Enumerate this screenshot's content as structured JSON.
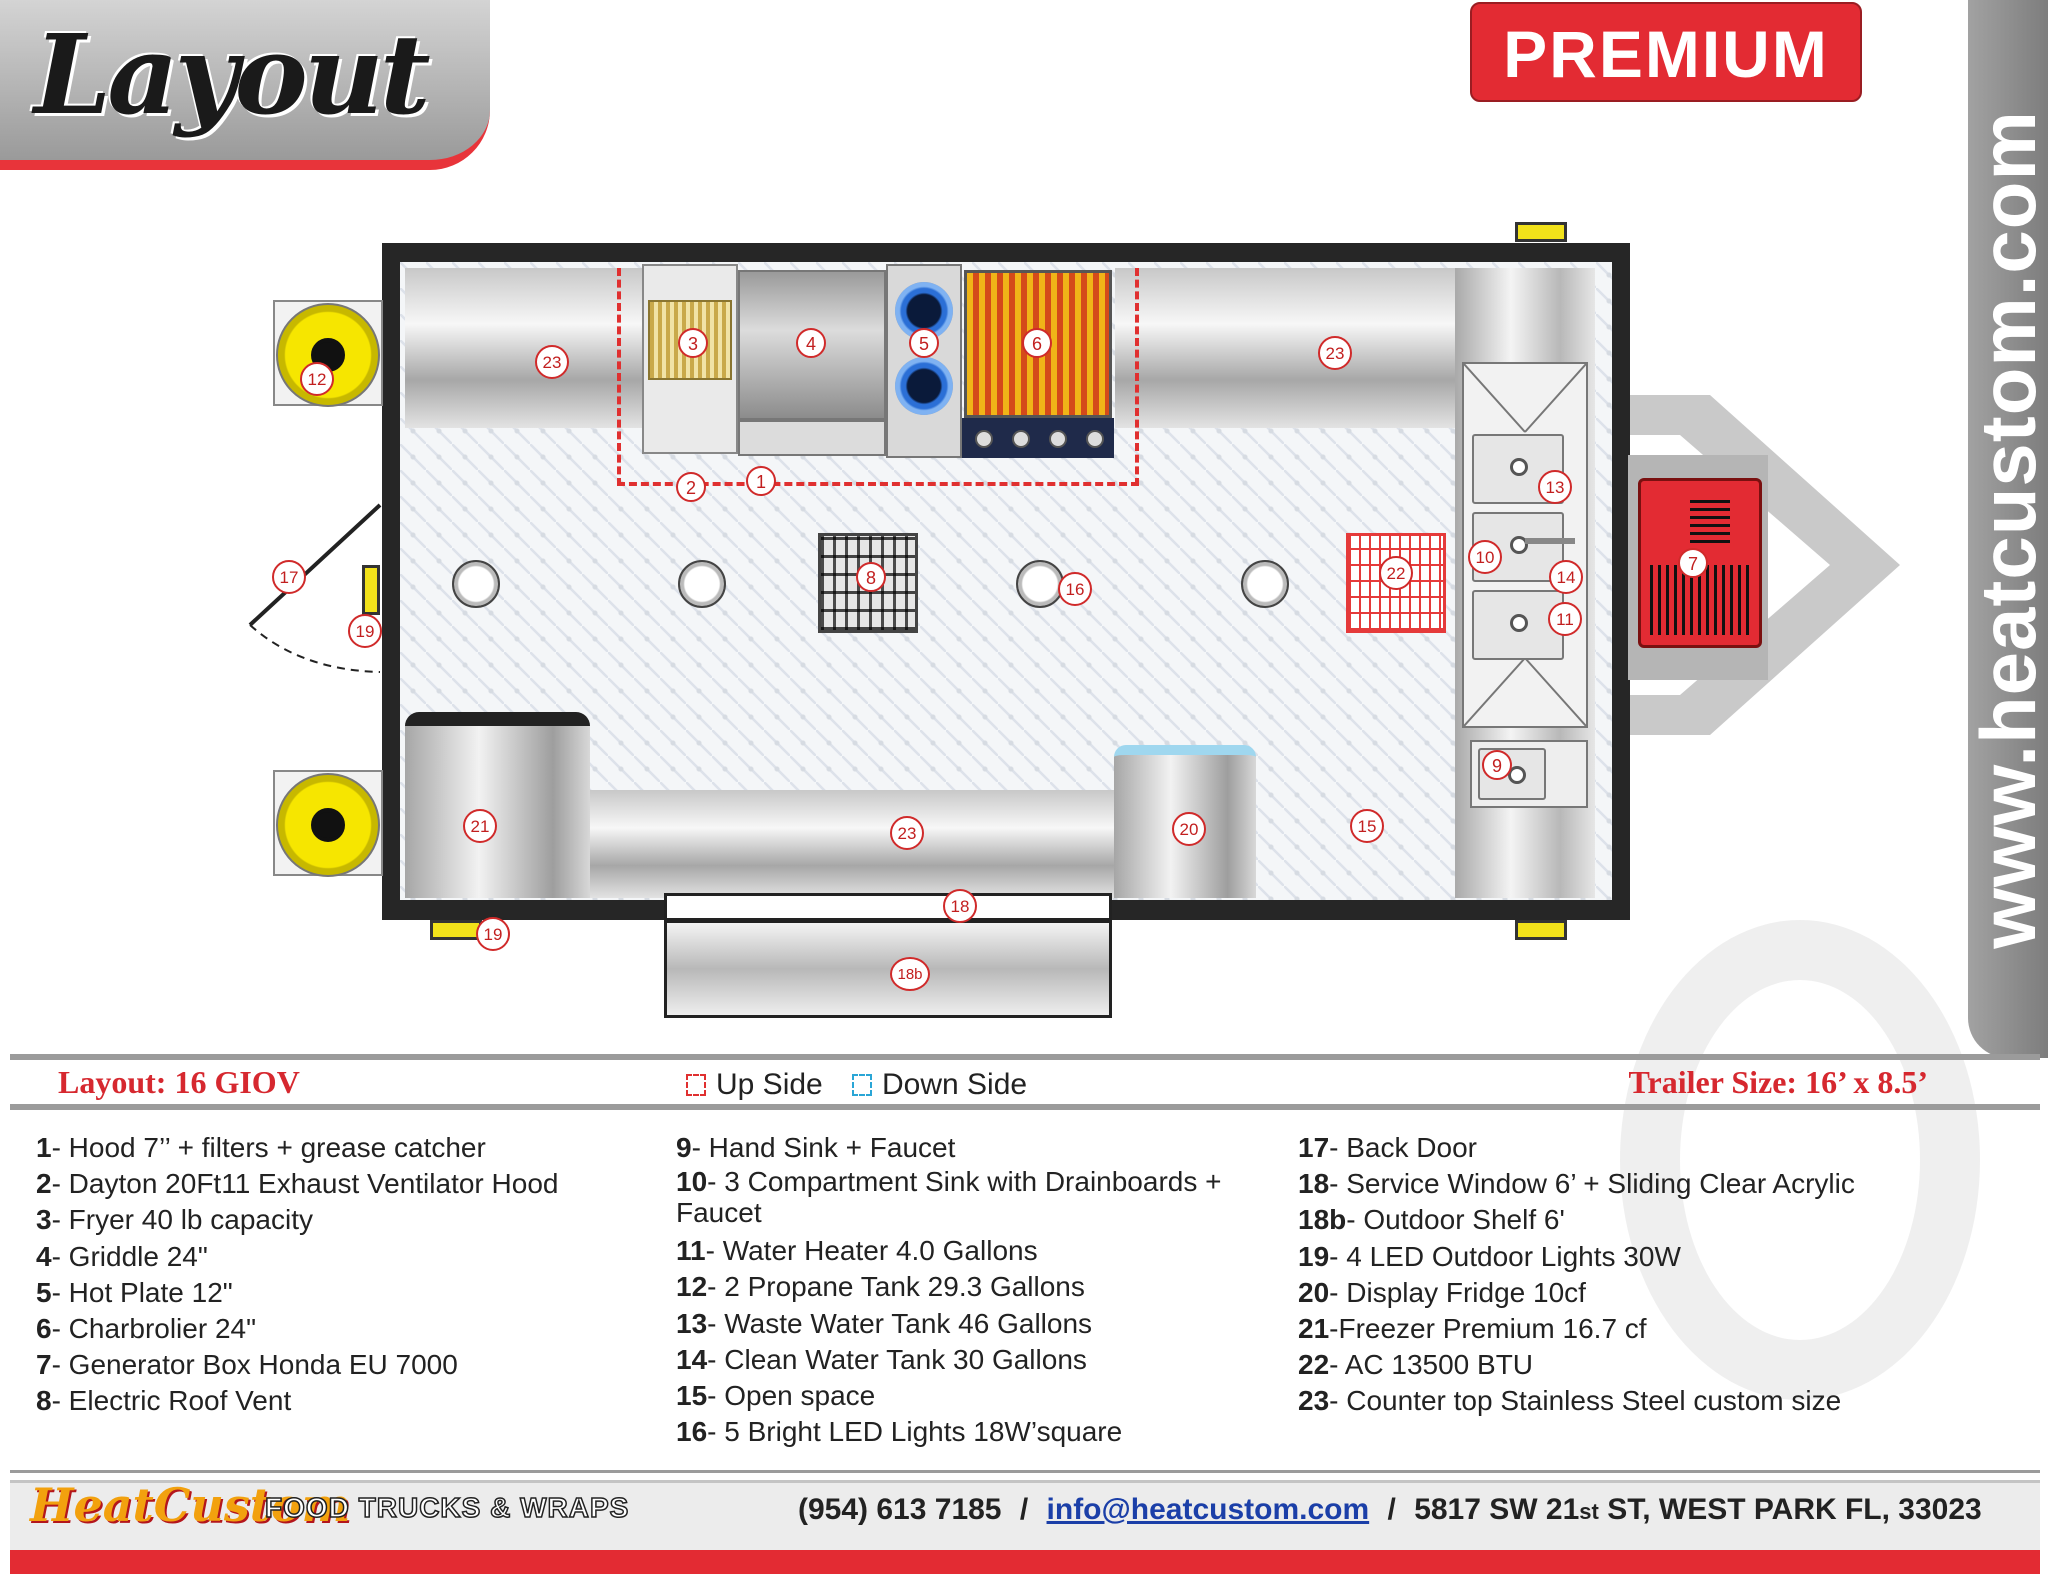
{
  "header": {
    "title": "Layout",
    "badge": "PREMIUM",
    "side_url": "www.heatcustom.com"
  },
  "diagram": {
    "markers": [
      "1",
      "2",
      "3",
      "4",
      "5",
      "6",
      "7",
      "8",
      "9",
      "10",
      "11",
      "12",
      "13",
      "14",
      "15",
      "16",
      "17",
      "18",
      "18b",
      "19",
      "20",
      "21",
      "22",
      "23"
    ]
  },
  "info_bar": {
    "layout_name": "Layout: 16 GIOV",
    "up_side": "Up Side",
    "down_side": "Down Side",
    "trailer_size": "Trailer Size: 16’ x 8.5’",
    "up_color": "#e03030",
    "down_color": "#2aa6d6"
  },
  "legend": {
    "col1": [
      {
        "num": "1",
        "text": "- Hood 7’’ + filters + grease catcher"
      },
      {
        "num": "2",
        "text": "- Dayton 20Ft11 Exhaust Ventilator Hood"
      },
      {
        "num": "3",
        "text": "- Fryer 40 lb capacity"
      },
      {
        "num": "4",
        "text": "- Griddle 24\""
      },
      {
        "num": "5",
        "text": "- Hot Plate 12\""
      },
      {
        "num": "6",
        "text": "- Charbrolier 24\""
      },
      {
        "num": "7",
        "text": "- Generator Box Honda EU 7000"
      },
      {
        "num": "8",
        "text": "- Electric Roof Vent"
      }
    ],
    "col2": [
      {
        "num": "9",
        "text": "- Hand Sink + Faucet"
      },
      {
        "num": "10",
        "text": "- 3 Compartment Sink with Drainboards + Faucet"
      },
      {
        "num": "11",
        "text": "- Water Heater 4.0 Gallons"
      },
      {
        "num": "12",
        "text": "- 2 Propane Tank 29.3 Gallons"
      },
      {
        "num": "13",
        "text": "- Waste Water Tank 46 Gallons"
      },
      {
        "num": "14",
        "text": "- Clean Water Tank 30 Gallons"
      },
      {
        "num": "15",
        "text": "- Open space"
      },
      {
        "num": "16",
        "text": "- 5 Bright LED Lights 18W’square"
      }
    ],
    "col3": [
      {
        "num": "17",
        "text": "- Back Door"
      },
      {
        "num": "18",
        "text": "- Service Window 6’ + Sliding Clear Acrylic"
      },
      {
        "num": "18b",
        "text": "- Outdoor Shelf 6'"
      },
      {
        "num": "19",
        "text": "- 4 LED Outdoor Lights 30W"
      },
      {
        "num": "20",
        "text": "- Display Fridge 10cf"
      },
      {
        "num": "21",
        "text": "-Freezer Premium 16.7 cf"
      },
      {
        "num": "22",
        "text": "- AC 13500 BTU"
      },
      {
        "num": "23",
        "text": "- Counter top Stainless Steel custom size"
      }
    ]
  },
  "footer": {
    "brand": "HeatCustom",
    "tagline": "FOOD TRUCKS & WRAPS",
    "phone": "(954) 613 7185",
    "sep1": "/",
    "email": "info@heatcustom.com",
    "sep2": "/",
    "address_pre": "5817 SW 21",
    "address_sup": "st",
    "address_post": " ST, WEST PARK FL, 33023"
  },
  "colors": {
    "accent_red": "#e32b33",
    "steel": "#c8c8c8",
    "propane_yellow": "#f6e600"
  }
}
